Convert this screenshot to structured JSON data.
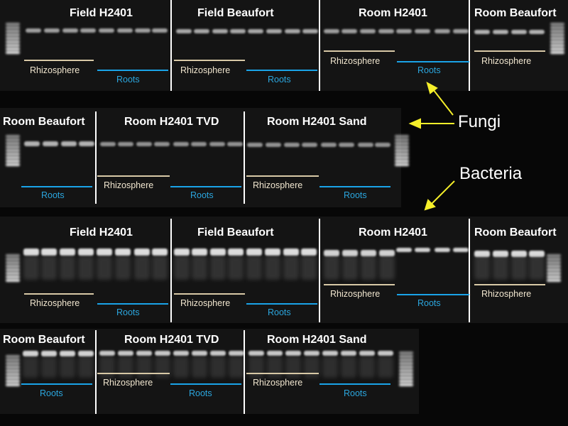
{
  "labels": {
    "field_h2401": "Field H2401",
    "field_beaufort": "Field Beaufort",
    "room_h2401": "Room H2401",
    "room_beaufort": "Room Beaufort",
    "room_h2401_tvd": "Room H2401 TVD",
    "room_h2401_sand": "Room H2401 Sand",
    "rhizosphere": "Rhizosphere",
    "roots": "Roots"
  },
  "annotations": {
    "fungi": "Fungi",
    "bacteria": "Bacteria"
  },
  "colors": {
    "gel_background": "#141414",
    "band": "#e8e8e8",
    "rhizosphere_line": "#d8c9a6",
    "roots_line": "#1aa3e8",
    "arrow": "#f5ef2a"
  }
}
